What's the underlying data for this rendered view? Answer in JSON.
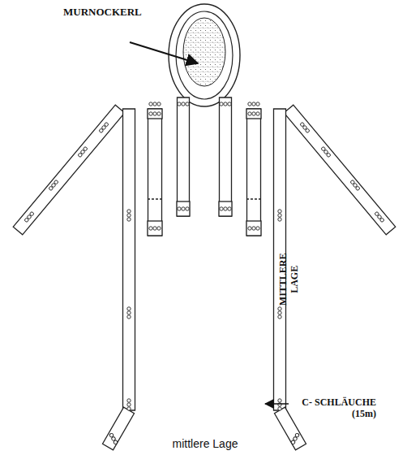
{
  "diagram": {
    "caption": "mittlere Lage",
    "labels": [
      "MURNOCKERL",
      "MITTLERE LAGE",
      "C- SCHLÄUCHE (15m)"
    ]
  }
}
